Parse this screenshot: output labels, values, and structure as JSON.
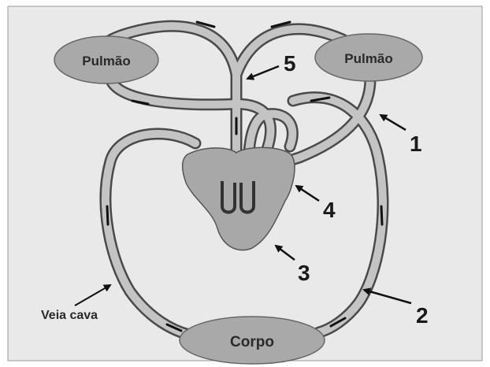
{
  "organs": {
    "lung_left": "Pulmão",
    "lung_right": "Pulmão",
    "body": "Corpo"
  },
  "labels": {
    "vena_cava": "Veia cava",
    "n1": "1",
    "n2": "2",
    "n3": "3",
    "n4": "4",
    "n5": "5"
  },
  "colors": {
    "background": "#e9e9e9",
    "organ_fill": "#a9a9a9",
    "vessel_fill": "#c4c4c4",
    "vessel_outline": "#4a4a4a",
    "heart_fill": "#a8a8a8",
    "arrow": "#111111"
  }
}
